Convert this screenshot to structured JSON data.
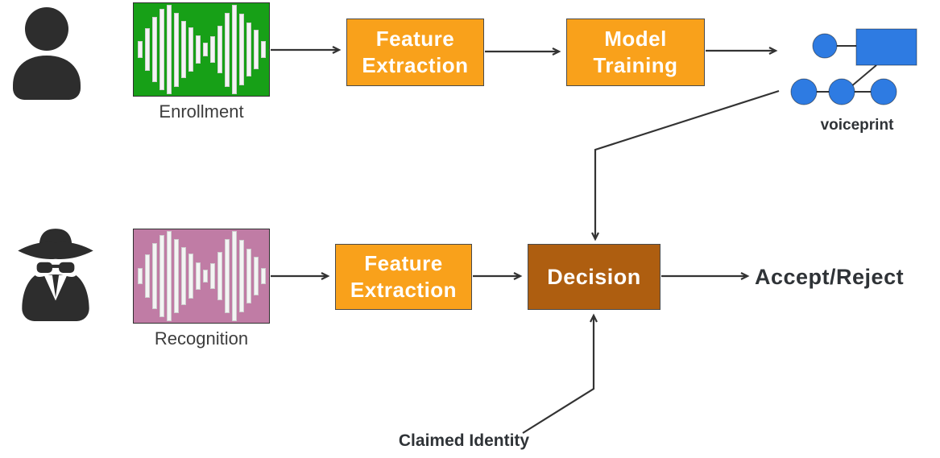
{
  "colors": {
    "green": "#17A017",
    "orange": "#F9A11B",
    "brown": "#AE5E10",
    "pink": "#C07CA5",
    "blue": "#2E7BE2",
    "ink": "#333333"
  },
  "waveform": {
    "heights": [
      18,
      46,
      70,
      88,
      97,
      80,
      62,
      48,
      30,
      14,
      28,
      52,
      80,
      97,
      78,
      58,
      42,
      18
    ]
  },
  "enrollment": {
    "audio_label": "Enrollment",
    "feature_extraction_label": "Feature Extraction",
    "model_training_label": "Model Training",
    "voiceprint_label": "voiceprint"
  },
  "recognition": {
    "audio_label": "Recognition",
    "feature_extraction_label": "Feature Extraction",
    "decision_label": "Decision",
    "result_label": "Accept/Reject"
  },
  "claimed_identity_label": "Claimed Identity"
}
